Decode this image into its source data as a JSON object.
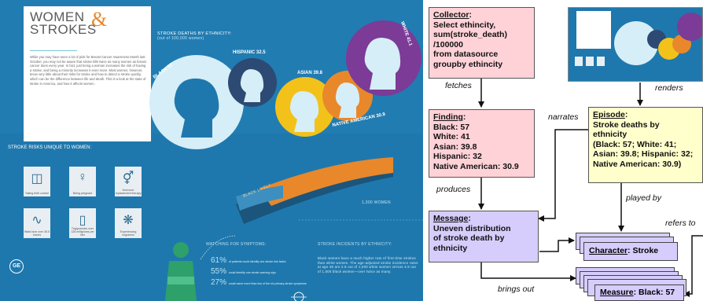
{
  "infographic": {
    "title_line1": "WOMEN",
    "title_amp": "&",
    "title_line2": "STROKES",
    "intro": "While you may have seen a lot of pink for Breast Cancer Awareness Month last October, you may not be aware that stroke kills twice as many women as breast cancer does every year. In fact, just being a woman increases the risk of having a stroke, and being a minority increases it even more. Most women, however, know very little about their risks for stroke and how to detect a stroke quickly, which can be the difference between life and death. This is a look at the state of stroke in America, and how it affects women.",
    "deaths_heading": "STROKE DEATHS BY ETHNICITY:",
    "deaths_sub": "(out of 100,000 women)",
    "bubbles": [
      {
        "label": "BLACK 57",
        "color": "#d5eef7"
      },
      {
        "label": "HISPANIC 32.5",
        "color": "#2c4a73"
      },
      {
        "label": "ASIAN 39.8",
        "color": "#f2c21b"
      },
      {
        "label": "NATIVE AMERICAN 30.9",
        "color": "#e8882b"
      },
      {
        "label": "WHITE 41.1",
        "color": "#7b3b97"
      }
    ],
    "risks_heading": "STROKE RISKS UNIQUE TO WOMEN:",
    "risks": [
      {
        "label": "Taking birth control",
        "icon": "pill-icon",
        "glyph": "◫"
      },
      {
        "label": "Being pregnant",
        "icon": "pregnant-icon",
        "glyph": "♀"
      },
      {
        "label": "Hormone replacement therapy",
        "icon": "gender-icon",
        "glyph": "⚥"
      },
      {
        "label": "Waist size over 35.5 inches",
        "icon": "tape-icon",
        "glyph": "∿"
      },
      {
        "label": "Triglycerides over 128 milligrams per liter",
        "icon": "vial-icon",
        "glyph": "▯"
      },
      {
        "label": "Experiencing migraines",
        "icon": "brain-icon",
        "glyph": "❋"
      }
    ],
    "symptoms_heading": "WATCHING FOR SYMPTOMS:",
    "symptoms": [
      {
        "pct": "61%",
        "text": "of patients could identify one stroke risk factor"
      },
      {
        "pct": "55%",
        "text": "could identify one stroke warning sign"
      },
      {
        "pct": "27%",
        "text": "could name more than two of the six primary stroke symptoms"
      }
    ],
    "incidents_heading": "STROKE INCIDENTS BY ETHNICITY:",
    "incidents_text": "Black women have a much higher rate of first-time strokes than white women. The age-adjusted stroke incidence rates at age 45 are 2.5 out of 1,000 white women versus 4.9 out of 1,000 black women—over twice as many.",
    "arc_label": "BLACK",
    "arc_label2": "LIKELY",
    "arc_label3": "1,000 WOMEN",
    "logo": "GE"
  },
  "diagram": {
    "collector": {
      "title": "Collector",
      "lines": [
        "Select ethincity,",
        "sum(stroke_death)",
        "/100000",
        "from datasource",
        "groupby ethincity"
      ]
    },
    "finding": {
      "title": "Finding",
      "lines": [
        "Black: 57",
        "White: 41",
        "Asian: 39.8",
        "Hispanic: 32",
        "Native American: 30.9"
      ]
    },
    "message": {
      "title": "Message",
      "lines": [
        "Uneven distribution",
        "of stroke death by",
        "ethnicity"
      ]
    },
    "episode": {
      "title": "Episode",
      "lines": [
        "Stroke deaths by",
        "ethnicity",
        "(Black: 57; White: 41;",
        "Asian: 39.8; Hispanic: 32;",
        "Native American: 30.9)"
      ]
    },
    "character": {
      "title": "Character",
      "value": "Stroke"
    },
    "measure": {
      "title": "Measure",
      "value": "Black: 57"
    },
    "edges": {
      "fetches": "fetches",
      "produces": "produces",
      "narrates": "narrates",
      "renders": "renders",
      "played_by": "played by",
      "refers_to": "refers to",
      "brings_out": "brings out"
    }
  }
}
